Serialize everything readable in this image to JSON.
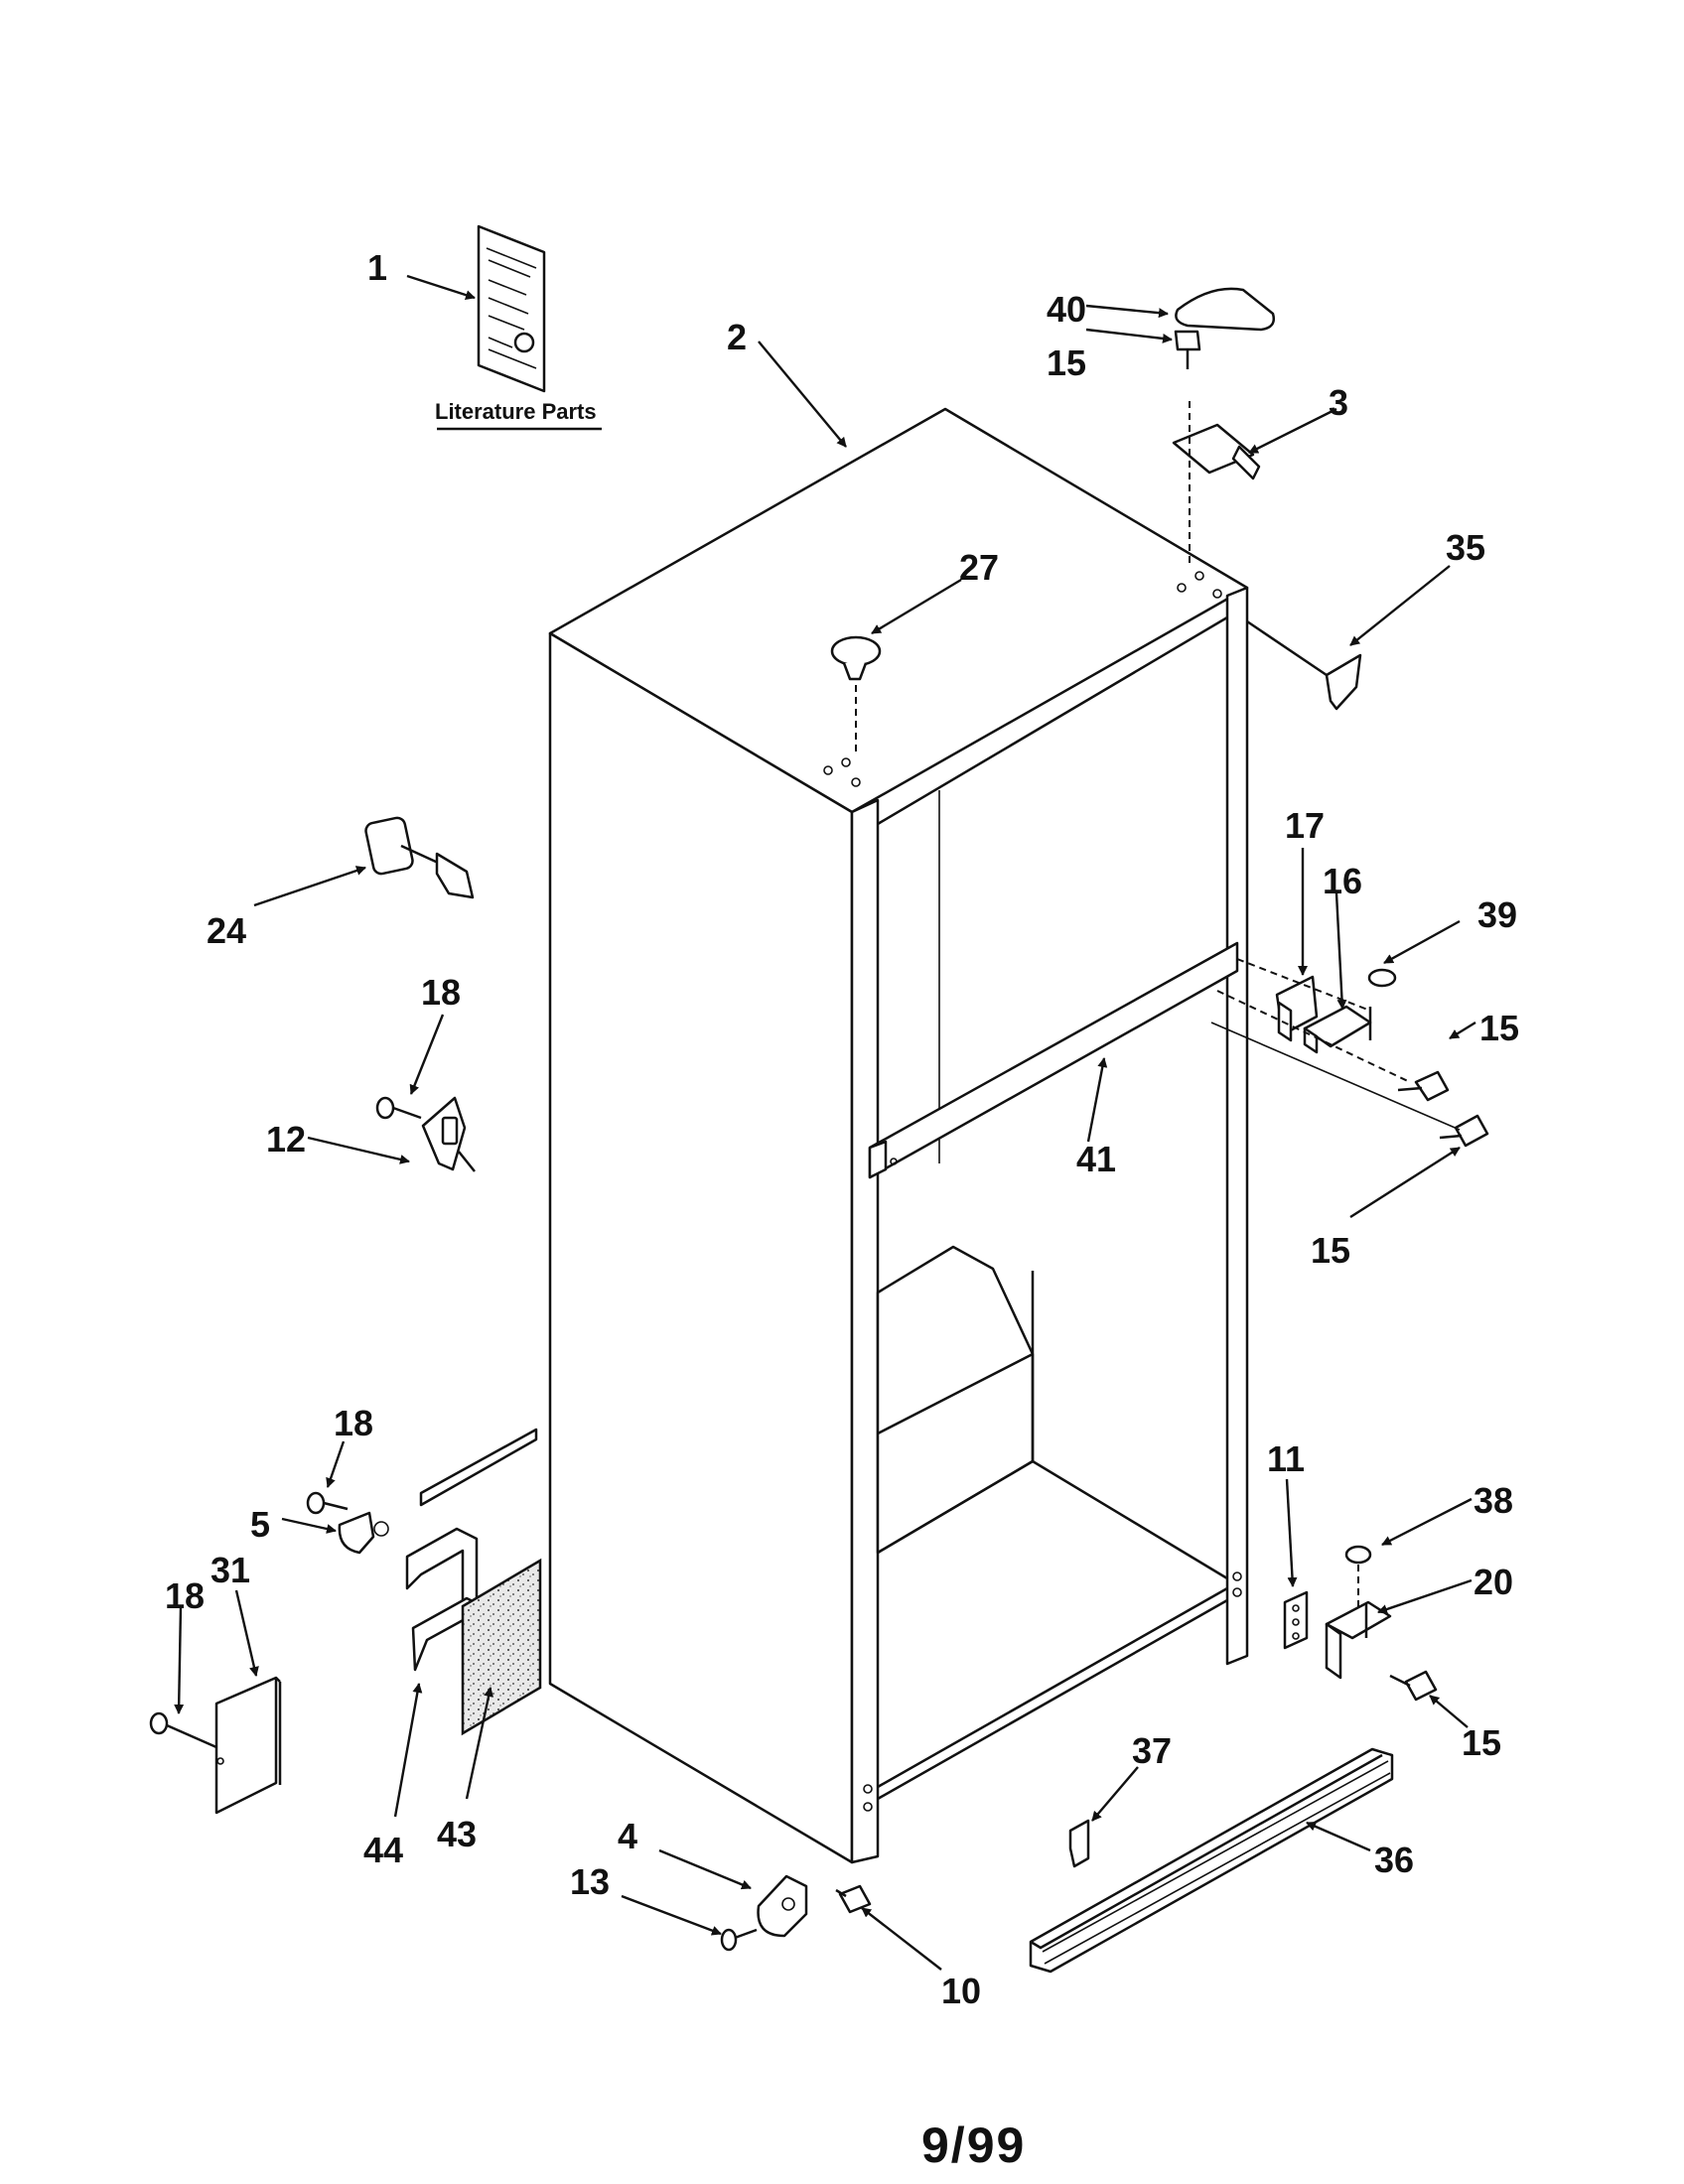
{
  "literature_caption": "Literature Parts",
  "footer": "9/99",
  "callouts": {
    "c1": "1",
    "c2": "2",
    "c3": "3",
    "c4": "4",
    "c5": "5",
    "c10": "10",
    "c11": "11",
    "c12": "12",
    "c13": "13",
    "c15a": "15",
    "c15b": "15",
    "c15c": "15",
    "c15d": "15",
    "c16": "16",
    "c17": "17",
    "c18a": "18",
    "c18b": "18",
    "c18c": "18",
    "c20": "20",
    "c24": "24",
    "c27": "27",
    "c31": "31",
    "c35": "35",
    "c36": "36",
    "c37": "37",
    "c38": "38",
    "c39": "39",
    "c40": "40",
    "c41": "41",
    "c43": "43",
    "c44": "44"
  }
}
